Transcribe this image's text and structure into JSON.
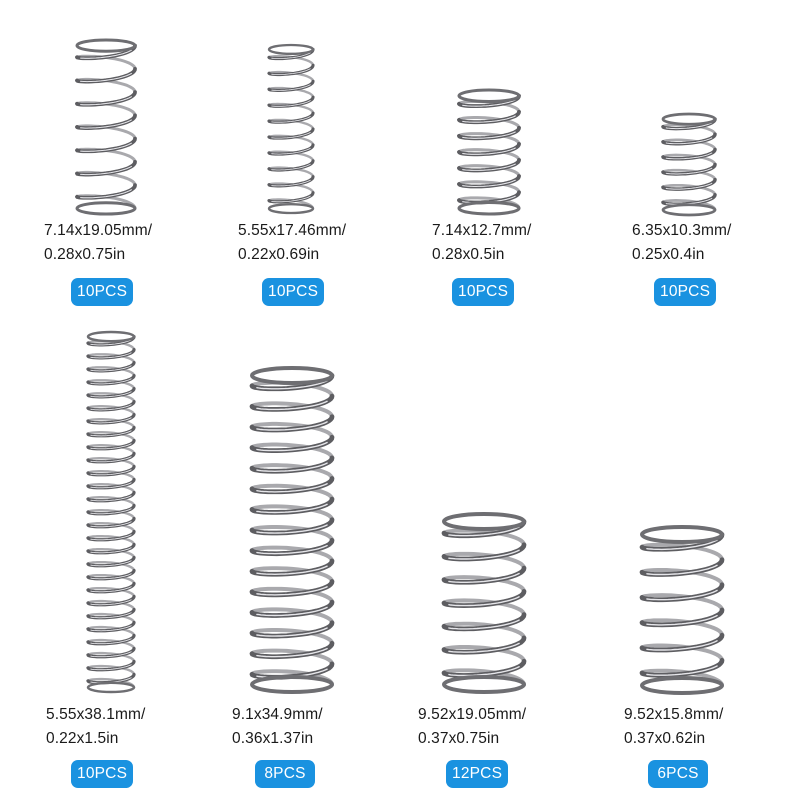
{
  "springs": [
    {
      "size_mm": "7.14x19.05mm/",
      "size_in": "0.28x0.75in",
      "qty": "10PCS",
      "coils": 7
    },
    {
      "size_mm": "5.55x17.46mm/",
      "size_in": "0.22x0.69in",
      "qty": "10PCS",
      "coils": 10
    },
    {
      "size_mm": "7.14x12.7mm/",
      "size_in": "0.28x0.5in",
      "qty": "10PCS",
      "coils": 7
    },
    {
      "size_mm": "6.35x10.3mm/",
      "size_in": "0.25x0.4in",
      "qty": "10PCS",
      "coils": 6
    },
    {
      "size_mm": "5.55x38.1mm/",
      "size_in": "0.22x1.5in",
      "qty": "10PCS",
      "coils": 27
    },
    {
      "size_mm": "9.1x34.9mm/",
      "size_in": "0.36x1.37in",
      "qty": "8PCS",
      "coils": 15
    },
    {
      "size_mm": "9.52x19.05mm/",
      "size_in": "0.37x0.75in",
      "qty": "12PCS",
      "coils": 7
    },
    {
      "size_mm": "9.52x15.8mm/",
      "size_in": "0.37x0.62in",
      "qty": "6PCS",
      "coils": 6
    }
  ],
  "colors": {
    "badge": "#1a92e0",
    "spring_metal": "#6e6e72"
  }
}
